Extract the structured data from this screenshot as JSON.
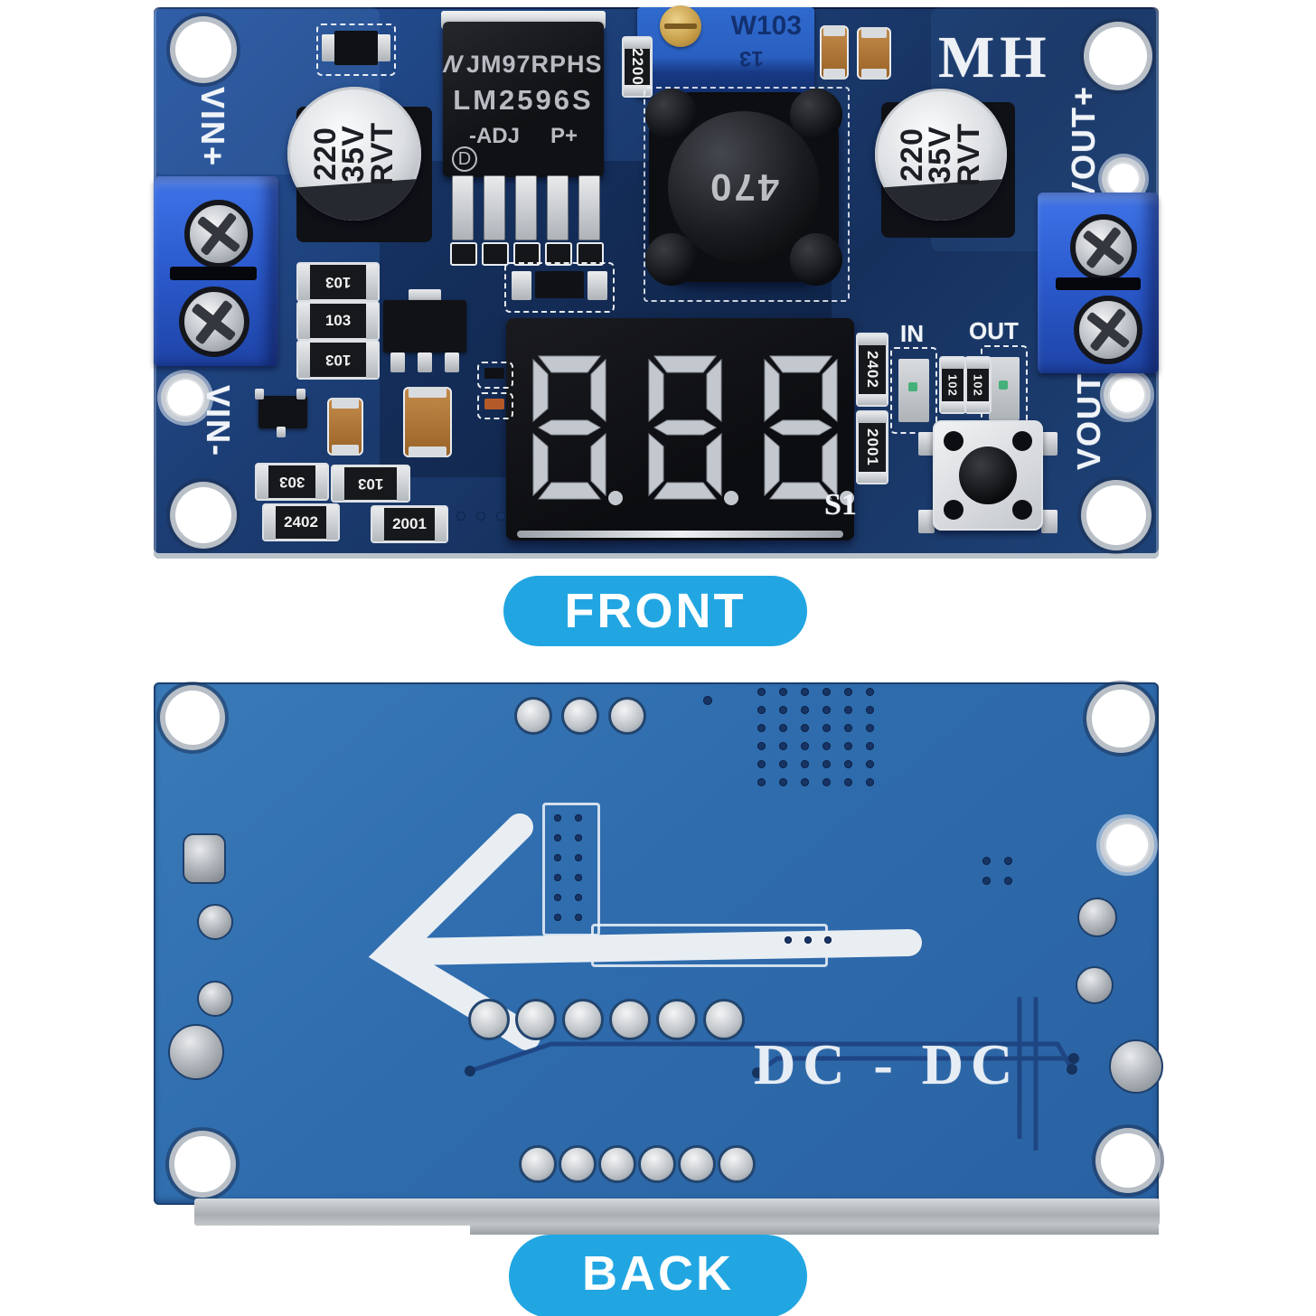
{
  "labels": {
    "front": "FRONT",
    "back": "BACK"
  },
  "front_board": {
    "brand": "MH",
    "regulator_ic": {
      "logo": "N",
      "line1": "JM97RPHS",
      "line2": "LM2596S",
      "line3_left": "-ADJ",
      "line3_right": "P+",
      "marking": "D"
    },
    "capacitor_marking": {
      "value": "220",
      "voltage": "35V",
      "series": "RVT"
    },
    "inductor_value": "470",
    "potentiometer": {
      "model": "W103",
      "code": "13"
    },
    "display_digits": "888",
    "silkscreen": {
      "vin_plus": "VIN+",
      "vin_minus": "VIN-",
      "vout_plus": "VOUT+",
      "vout_minus": "VOUT-",
      "led_in": "IN",
      "led_out": "OUT",
      "switch": "S1"
    },
    "smd_markings": {
      "r103": "103",
      "r303": "303",
      "r2402": "2402",
      "r2001": "2001",
      "r2200": "2200",
      "r102": "102"
    }
  },
  "back_board": {
    "label": "DC - DC"
  },
  "colors": {
    "badge": "#22a6e2",
    "front_pcb": "#1b3a6c",
    "back_pcb": "#2f6dae",
    "silkscreen": "#eef2f6",
    "display_segment": "#c3c8cf"
  }
}
